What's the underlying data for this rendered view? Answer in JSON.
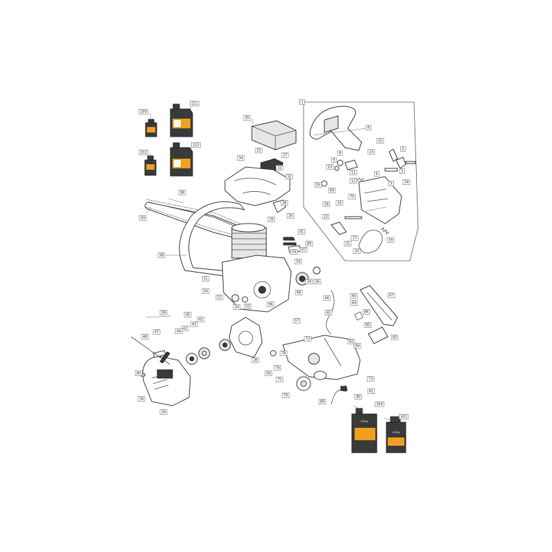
{
  "diagram": {
    "labels": [
      {
        "id": "l200",
        "text": "200"
      },
      {
        "id": "l221",
        "text": "221"
      },
      {
        "id": "l202",
        "text": "202"
      },
      {
        "id": "l222",
        "text": "222"
      },
      {
        "id": "l35",
        "text": "35"
      },
      {
        "id": "l25",
        "text": "25"
      },
      {
        "id": "l37",
        "text": "37"
      },
      {
        "id": "l34a",
        "text": "34"
      },
      {
        "id": "l32a",
        "text": "32"
      },
      {
        "id": "l32b",
        "text": "32"
      },
      {
        "id": "l38",
        "text": "38"
      },
      {
        "id": "l20a",
        "text": "20"
      },
      {
        "id": "l29",
        "text": "29"
      },
      {
        "id": "l98",
        "text": "98"
      },
      {
        "id": "l93",
        "text": "93"
      },
      {
        "id": "l58",
        "text": "58"
      },
      {
        "id": "l81",
        "text": "81"
      },
      {
        "id": "l89a",
        "text": "89"
      },
      {
        "id": "l87",
        "text": "87"
      },
      {
        "id": "l34b",
        "text": "34"
      },
      {
        "id": "l54a",
        "text": "54"
      },
      {
        "id": "l51a",
        "text": "51"
      },
      {
        "id": "l54b",
        "text": "54"
      },
      {
        "id": "l52",
        "text": "52"
      },
      {
        "id": "l24",
        "text": "24"
      },
      {
        "id": "l53",
        "text": "53"
      },
      {
        "id": "l96",
        "text": "96"
      },
      {
        "id": "l56",
        "text": "56"
      },
      {
        "id": "l34c",
        "text": "34"
      },
      {
        "id": "l68",
        "text": "68"
      },
      {
        "id": "l1",
        "text": "1"
      },
      {
        "id": "l6",
        "text": "6"
      },
      {
        "id": "l14",
        "text": "14"
      },
      {
        "id": "l15",
        "text": "15"
      },
      {
        "id": "l2",
        "text": "2"
      },
      {
        "id": "l4",
        "text": "4"
      },
      {
        "id": "l8",
        "text": "8"
      },
      {
        "id": "l9",
        "text": "9"
      },
      {
        "id": "l10",
        "text": "10"
      },
      {
        "id": "l11",
        "text": "11"
      },
      {
        "id": "l12",
        "text": "12"
      },
      {
        "id": "l3",
        "text": "3"
      },
      {
        "id": "l5",
        "text": "5"
      },
      {
        "id": "l55",
        "text": "55"
      },
      {
        "id": "l60a",
        "text": "60"
      },
      {
        "id": "l34d",
        "text": "34"
      },
      {
        "id": "l70",
        "text": "70"
      },
      {
        "id": "l18",
        "text": "18"
      },
      {
        "id": "l16",
        "text": "16"
      },
      {
        "id": "l22",
        "text": "22"
      },
      {
        "id": "l17",
        "text": "17"
      },
      {
        "id": "l21",
        "text": "21"
      },
      {
        "id": "l19",
        "text": "19"
      },
      {
        "id": "l20b",
        "text": "20"
      },
      {
        "id": "l39",
        "text": "39"
      },
      {
        "id": "l45",
        "text": "45"
      },
      {
        "id": "l42a",
        "text": "42"
      },
      {
        "id": "l43",
        "text": "43"
      },
      {
        "id": "l42b",
        "text": "42"
      },
      {
        "id": "l44",
        "text": "44"
      },
      {
        "id": "l48",
        "text": "48"
      },
      {
        "id": "l47",
        "text": "47"
      },
      {
        "id": "l28",
        "text": "28"
      },
      {
        "id": "l80",
        "text": "80"
      },
      {
        "id": "l34e",
        "text": "34"
      },
      {
        "id": "l34f",
        "text": "34"
      },
      {
        "id": "l66",
        "text": "66"
      },
      {
        "id": "l65",
        "text": "65"
      },
      {
        "id": "l64",
        "text": "64"
      },
      {
        "id": "l60b",
        "text": "60"
      },
      {
        "id": "l67",
        "text": "67"
      },
      {
        "id": "l86",
        "text": "86"
      },
      {
        "id": "l85",
        "text": "85"
      },
      {
        "id": "l57",
        "text": "57"
      },
      {
        "id": "l72",
        "text": "72"
      },
      {
        "id": "l82",
        "text": "82"
      },
      {
        "id": "l84",
        "text": "84"
      },
      {
        "id": "l83",
        "text": "83"
      },
      {
        "id": "l78",
        "text": "78"
      },
      {
        "id": "l54c",
        "text": "54"
      },
      {
        "id": "l74",
        "text": "74"
      },
      {
        "id": "l75",
        "text": "75"
      },
      {
        "id": "l73",
        "text": "73"
      },
      {
        "id": "l79",
        "text": "79"
      },
      {
        "id": "l61",
        "text": "61"
      },
      {
        "id": "l90",
        "text": "90"
      },
      {
        "id": "l89b",
        "text": "89"
      },
      {
        "id": "l300",
        "text": "300"
      },
      {
        "id": "l301",
        "text": "301"
      }
    ],
    "highlight_color": "#f2c200"
  }
}
